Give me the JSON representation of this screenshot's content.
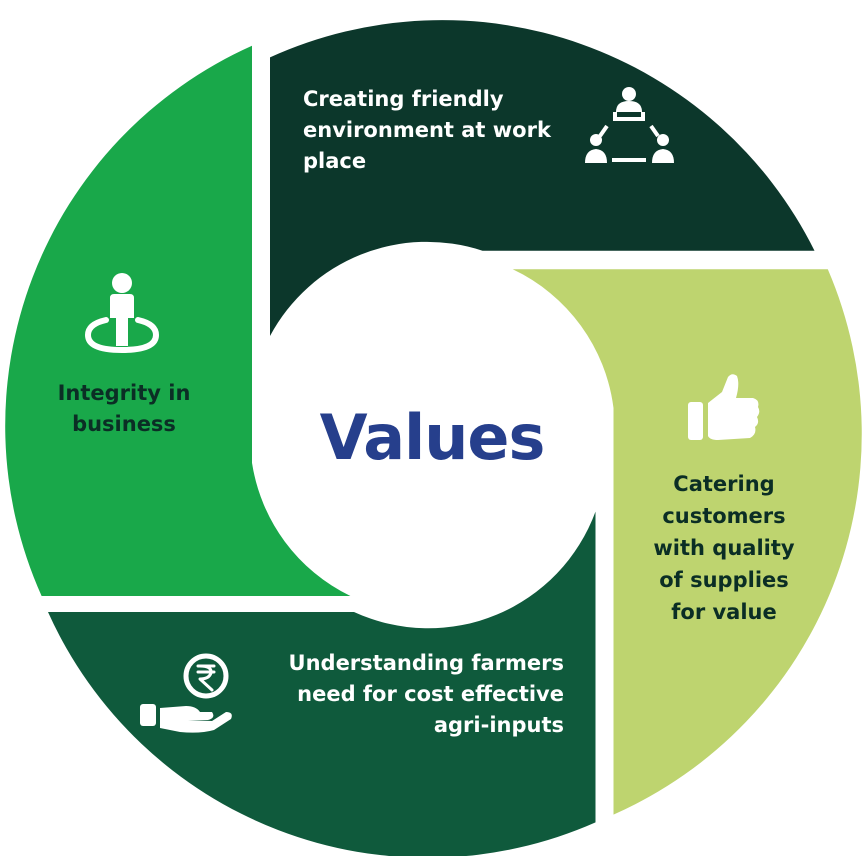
{
  "title": "Values",
  "colors": {
    "top_segment": "#0c372b",
    "right_segment": "#bed46f",
    "bottom_segment": "#0f5a3c",
    "left_segment": "#19a84a",
    "center": "#ffffff",
    "title_color": "#263f8c",
    "dark_text": "#0b2e25",
    "light_text": "#ffffff"
  },
  "segments": [
    {
      "id": "top",
      "label_lines": [
        "Creating friendly",
        "environment at work",
        "place"
      ],
      "icon": "people-network-icon"
    },
    {
      "id": "right",
      "label_lines": [
        "Catering",
        "customers",
        "with quality",
        "of supplies",
        "for value"
      ],
      "icon": "thumbs-up-icon"
    },
    {
      "id": "bottom",
      "label_lines": [
        "Understanding farmers",
        "need for cost effective",
        "agri-inputs"
      ],
      "icon": "rupee-hand-icon"
    },
    {
      "id": "left",
      "label_lines": [
        "Integrity in",
        "business"
      ],
      "icon": "person-standing-icon"
    }
  ]
}
